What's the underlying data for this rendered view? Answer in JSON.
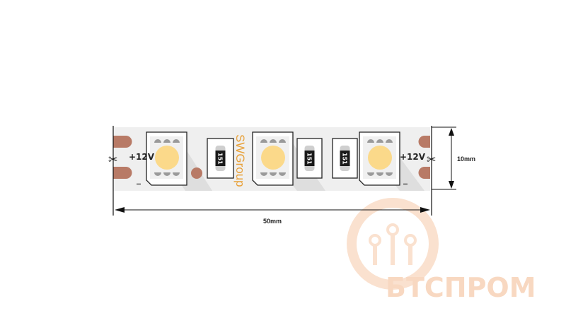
{
  "labels": {
    "plus_left": "+12V",
    "minus_left": "_",
    "plus_right": "+12V",
    "minus_right": "_",
    "width_dim": "10mm",
    "length_dim": "50mm"
  },
  "resistor_code": "151",
  "brand_on_strip": "SWGroup",
  "watermark": "БТСПРОМ",
  "colors": {
    "strip": "#efefef",
    "copper": "#b87a66",
    "led": "#fbd98a",
    "brand": "#e8a13a",
    "watermark": "#f7d8c2"
  }
}
